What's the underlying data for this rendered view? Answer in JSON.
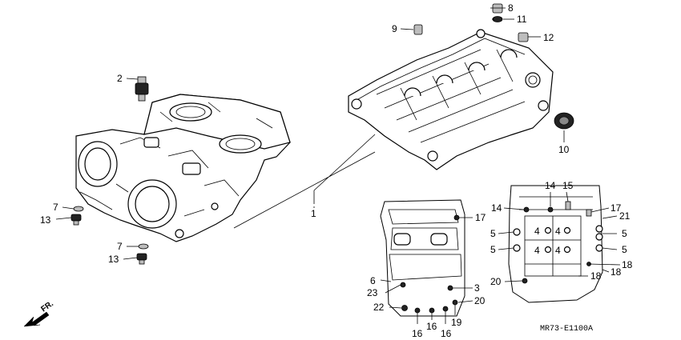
{
  "labels": {
    "l1": "1",
    "l2": "2",
    "l3": "3",
    "l4a": "4",
    "l4b": "4",
    "l4c": "4",
    "l4d": "4",
    "l5a": "5",
    "l5b": "5",
    "l5c": "5",
    "l5d": "5",
    "l6": "6",
    "l7a": "7",
    "l7b": "7",
    "l8": "8",
    "l9": "9",
    "l10": "10",
    "l11": "11",
    "l12": "12",
    "l13a": "13",
    "l13b": "13",
    "l14a": "14",
    "l14b": "14",
    "l15": "15",
    "l16a": "16",
    "l16b": "16",
    "l16c": "16",
    "l17a": "17",
    "l17b": "17",
    "l18a": "18",
    "l18b": "18",
    "l18c": "18",
    "l19": "19",
    "l20a": "20",
    "l20b": "20",
    "l21": "21",
    "l22": "22",
    "l23": "23"
  },
  "fr_label": "FR.",
  "drawing_code": "MR73-E1100A",
  "icons": {
    "front_arrow": "arrow-front-icon",
    "bolt": "bolt-icon",
    "sensor": "sensor-icon",
    "dowel": "dowel-pin-icon",
    "seal": "oil-seal-icon"
  }
}
